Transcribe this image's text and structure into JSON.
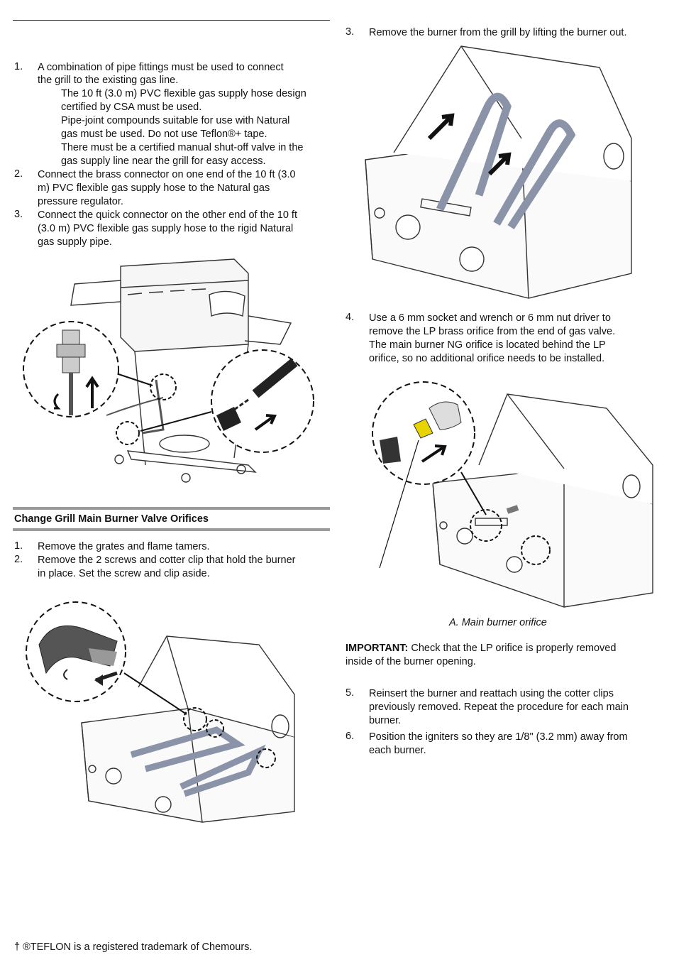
{
  "left_column": {
    "steps_connect": [
      {
        "num": "1.",
        "lines": [
          "A combination of pipe fittings must be used to connect",
          "the   grill to the existing gas line."
        ]
      },
      {
        "num": "",
        "lines": [
          "The 10 ft (3.0 m) PVC flexible gas supply hose design",
          "certified by CSA must be used.",
          "Pipe-joint compounds suitable for use with Natural",
          "gas must be used. Do not use Teflon®+ tape.",
          "There must be a certified manual shut-off valve in the",
          "gas supply line near the grill for easy access."
        ]
      },
      {
        "num": "2.",
        "lines": [
          "Connect the brass connector on one end of the 10 ft (3.0",
          "m) PVC flexible gas supply hose to the Natural gas",
          "pressure regulator."
        ]
      },
      {
        "num": "3.",
        "lines": [
          "Connect the quick connector on the other end of the 10 ft",
          "(3.0 m) PVC flexible gas supply hose to the rigid Natural",
          "gas supply pipe."
        ]
      }
    ],
    "section_title": "Change Grill Main Burner Valve Orifices",
    "steps_orifice": [
      {
        "num": "1.",
        "lines": [
          "Remove the grates and flame tamers."
        ]
      },
      {
        "num": "2.",
        "lines": [
          "Remove the 2 screws and cotter clip that hold the burner",
          "in place. Set the screw and clip aside."
        ]
      }
    ],
    "footnote": "† ®TEFLON is a registered trademark of Chemours."
  },
  "right_column": {
    "step3": {
      "num": "3.",
      "lines": [
        "Remove the burner from  the grill by lifting the burner out."
      ]
    },
    "step4": {
      "num": "4.",
      "lines": [
        "Use a 6 mm socket and wrench or 6 mm nut driver to",
        "remove the  LP brass orifice from the end of gas valve.",
        "The main burner NG orifice is located behind the LP",
        "orifice, so no additional orifice needs to be installed."
      ]
    },
    "caption": "A. Main burner orifice",
    "important_label": "IMPORTANT:",
    "important_lines": [
      " Check that the LP orifice is properly removed",
      "inside of the burner opening."
    ],
    "step5": {
      "num": "5.",
      "lines": [
        "Reinsert the burner and reattach using the cotter clips",
        "previously removed. Repeat the procedure for  each main",
        "burner."
      ]
    },
    "step6": {
      "num": "6.",
      "lines": [
        "Position the igniters so they are 1/8\" (3.2 mm) away from",
        "each burner."
      ]
    }
  },
  "colors": {
    "rule": "#9a9a9a",
    "burner": "#8a93a8",
    "orifice": "#e8d400"
  }
}
